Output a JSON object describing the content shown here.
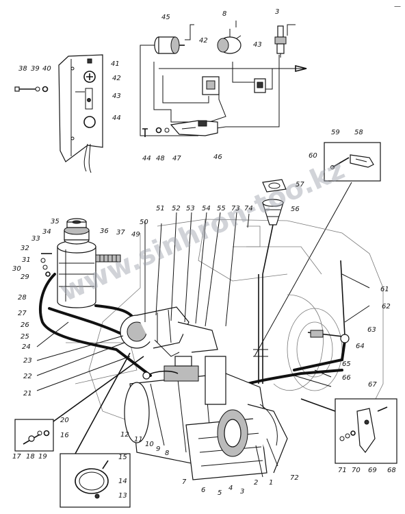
{
  "watermark": "www.sinhron-too.kz",
  "corner_mark": "—",
  "labels": [
    {
      "id": "1",
      "text": "1"
    },
    {
      "id": "2",
      "text": "2"
    },
    {
      "id": "3a",
      "text": "3"
    },
    {
      "id": "3b",
      "text": "3"
    },
    {
      "id": "4",
      "text": "4"
    },
    {
      "id": "5",
      "text": "5"
    },
    {
      "id": "6",
      "text": "6"
    },
    {
      "id": "7",
      "text": "7"
    },
    {
      "id": "8a",
      "text": "8"
    },
    {
      "id": "8b",
      "text": "8"
    },
    {
      "id": "9",
      "text": "9"
    },
    {
      "id": "10",
      "text": "10"
    },
    {
      "id": "11",
      "text": "11"
    },
    {
      "id": "12",
      "text": "12"
    },
    {
      "id": "13",
      "text": "13"
    },
    {
      "id": "14",
      "text": "14"
    },
    {
      "id": "15",
      "text": "15"
    },
    {
      "id": "16",
      "text": "16"
    },
    {
      "id": "17",
      "text": "17"
    },
    {
      "id": "18",
      "text": "18"
    },
    {
      "id": "19",
      "text": "19"
    },
    {
      "id": "20",
      "text": "20"
    },
    {
      "id": "21",
      "text": "21"
    },
    {
      "id": "22",
      "text": "22"
    },
    {
      "id": "23",
      "text": "23"
    },
    {
      "id": "24",
      "text": "24"
    },
    {
      "id": "25",
      "text": "25"
    },
    {
      "id": "26",
      "text": "26"
    },
    {
      "id": "27",
      "text": "27"
    },
    {
      "id": "28",
      "text": "28"
    },
    {
      "id": "29",
      "text": "29"
    },
    {
      "id": "30",
      "text": "30"
    },
    {
      "id": "31",
      "text": "31"
    },
    {
      "id": "32",
      "text": "32"
    },
    {
      "id": "33",
      "text": "33"
    },
    {
      "id": "34",
      "text": "34"
    },
    {
      "id": "35",
      "text": "35"
    },
    {
      "id": "36",
      "text": "36"
    },
    {
      "id": "37",
      "text": "37"
    },
    {
      "id": "38",
      "text": "38"
    },
    {
      "id": "39",
      "text": "39"
    },
    {
      "id": "40",
      "text": "40"
    },
    {
      "id": "41",
      "text": "41"
    },
    {
      "id": "42a",
      "text": "42"
    },
    {
      "id": "42b",
      "text": "42"
    },
    {
      "id": "43a",
      "text": "43"
    },
    {
      "id": "43b",
      "text": "43"
    },
    {
      "id": "44a",
      "text": "44"
    },
    {
      "id": "44b",
      "text": "44"
    },
    {
      "id": "45",
      "text": "45"
    },
    {
      "id": "46",
      "text": "46"
    },
    {
      "id": "47",
      "text": "47"
    },
    {
      "id": "48",
      "text": "48"
    },
    {
      "id": "49",
      "text": "49"
    },
    {
      "id": "50",
      "text": "50"
    },
    {
      "id": "51",
      "text": "51"
    },
    {
      "id": "52",
      "text": "52"
    },
    {
      "id": "53",
      "text": "53"
    },
    {
      "id": "54",
      "text": "54"
    },
    {
      "id": "55",
      "text": "55"
    },
    {
      "id": "56",
      "text": "56"
    },
    {
      "id": "57",
      "text": "57"
    },
    {
      "id": "58",
      "text": "58"
    },
    {
      "id": "59",
      "text": "59"
    },
    {
      "id": "60",
      "text": "60"
    },
    {
      "id": "61",
      "text": "61"
    },
    {
      "id": "62",
      "text": "62"
    },
    {
      "id": "63",
      "text": "63"
    },
    {
      "id": "64",
      "text": "64"
    },
    {
      "id": "65",
      "text": "65"
    },
    {
      "id": "66",
      "text": "66"
    },
    {
      "id": "67",
      "text": "67"
    },
    {
      "id": "68",
      "text": "68"
    },
    {
      "id": "69",
      "text": "69"
    },
    {
      "id": "70",
      "text": "70"
    },
    {
      "id": "71",
      "text": "71"
    },
    {
      "id": "72",
      "text": "72"
    },
    {
      "id": "73",
      "text": "73"
    },
    {
      "id": "74",
      "text": "74"
    }
  ]
}
